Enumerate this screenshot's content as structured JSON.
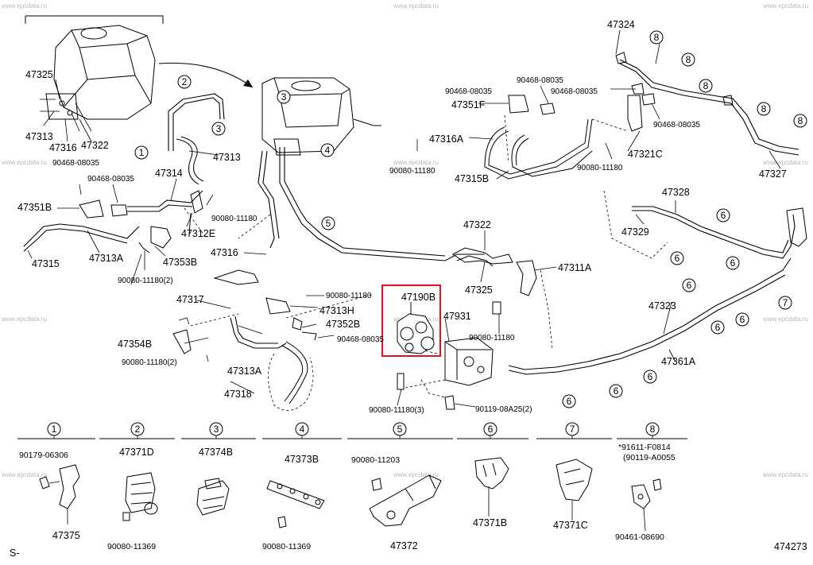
{
  "diagram": {
    "watermark": "www.epcdata.ru",
    "highlight_color": "#e0141e",
    "highlighted_part": "47190B",
    "part_labels": [
      "47324",
      "47325",
      "47313",
      "47316",
      "47322",
      "47313",
      "47314",
      "90468-08035",
      "90468-08035",
      "47351B",
      "47315",
      "47313A",
      "47312E",
      "90080-11180",
      "47353B",
      "90080-11180(2)",
      "47316",
      "90468-08035",
      "90468-08035",
      "90468-08035",
      "47351F",
      "47316A",
      "90080-11180",
      "47315B",
      "90080-11180",
      "47321C",
      "90468-08035",
      "47327",
      "47328",
      "47329",
      "47322",
      "47325",
      "47311A",
      "90080-11180",
      "47190B",
      "47317",
      "47313H",
      "47352B",
      "90468-08035",
      "47931",
      "90080-11180",
      "47354B",
      "90080-11180(2)",
      "47313A",
      "47323",
      "47361A",
      "47318",
      "90080-11180(3)",
      "90119-08A25(2)"
    ],
    "callouts": [
      "1",
      "2",
      "3",
      "4",
      "5",
      "6",
      "7",
      "8"
    ],
    "legend": [
      {
        "num": "1",
        "labels": [
          "90179-06306",
          "47375"
        ]
      },
      {
        "num": "2",
        "labels": [
          "47371D",
          "90080-11369"
        ]
      },
      {
        "num": "3",
        "labels": [
          "47374B"
        ]
      },
      {
        "num": "4",
        "labels": [
          "47373B",
          "90080-11369"
        ]
      },
      {
        "num": "5",
        "labels": [
          "90080-11203",
          "47372"
        ]
      },
      {
        "num": "6",
        "labels": [
          "47371B"
        ]
      },
      {
        "num": "7",
        "labels": [
          "47371C"
        ]
      },
      {
        "num": "8",
        "labels": [
          "*91611-F0814",
          "(90119-A0055",
          "90461-08690"
        ]
      }
    ],
    "footer_left": "S-",
    "diagram_number": "474273"
  }
}
